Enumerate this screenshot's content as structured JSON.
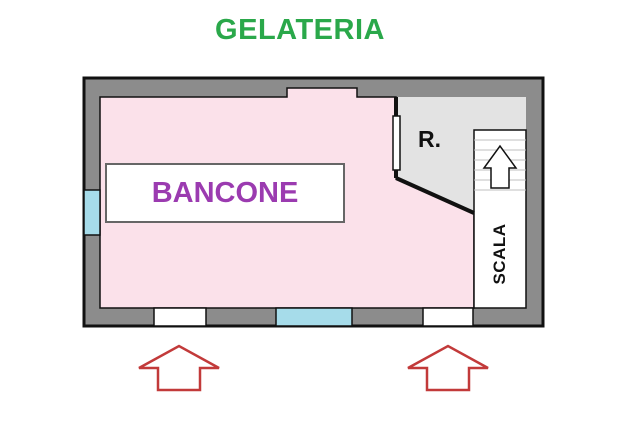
{
  "plan": {
    "title": "GELATERIA",
    "rooms": {
      "counter_label": "BANCONE",
      "storage_label": "R.",
      "stairs_label": "SCALA"
    },
    "entrances": [
      {
        "name": "left-entrance",
        "direction": "up"
      },
      {
        "name": "right-entrance",
        "direction": "up"
      }
    ]
  },
  "colors": {
    "title": "#2aa84a",
    "wall": "#8c8c8c",
    "wall_outline": "#111111",
    "floor_main": "#fbe1ea",
    "floor_storage": "#e3e3e3",
    "counter_label": "#9b3bb0",
    "window_glass": "#a6dcea",
    "entrance_arrow": "#c23a3a"
  }
}
